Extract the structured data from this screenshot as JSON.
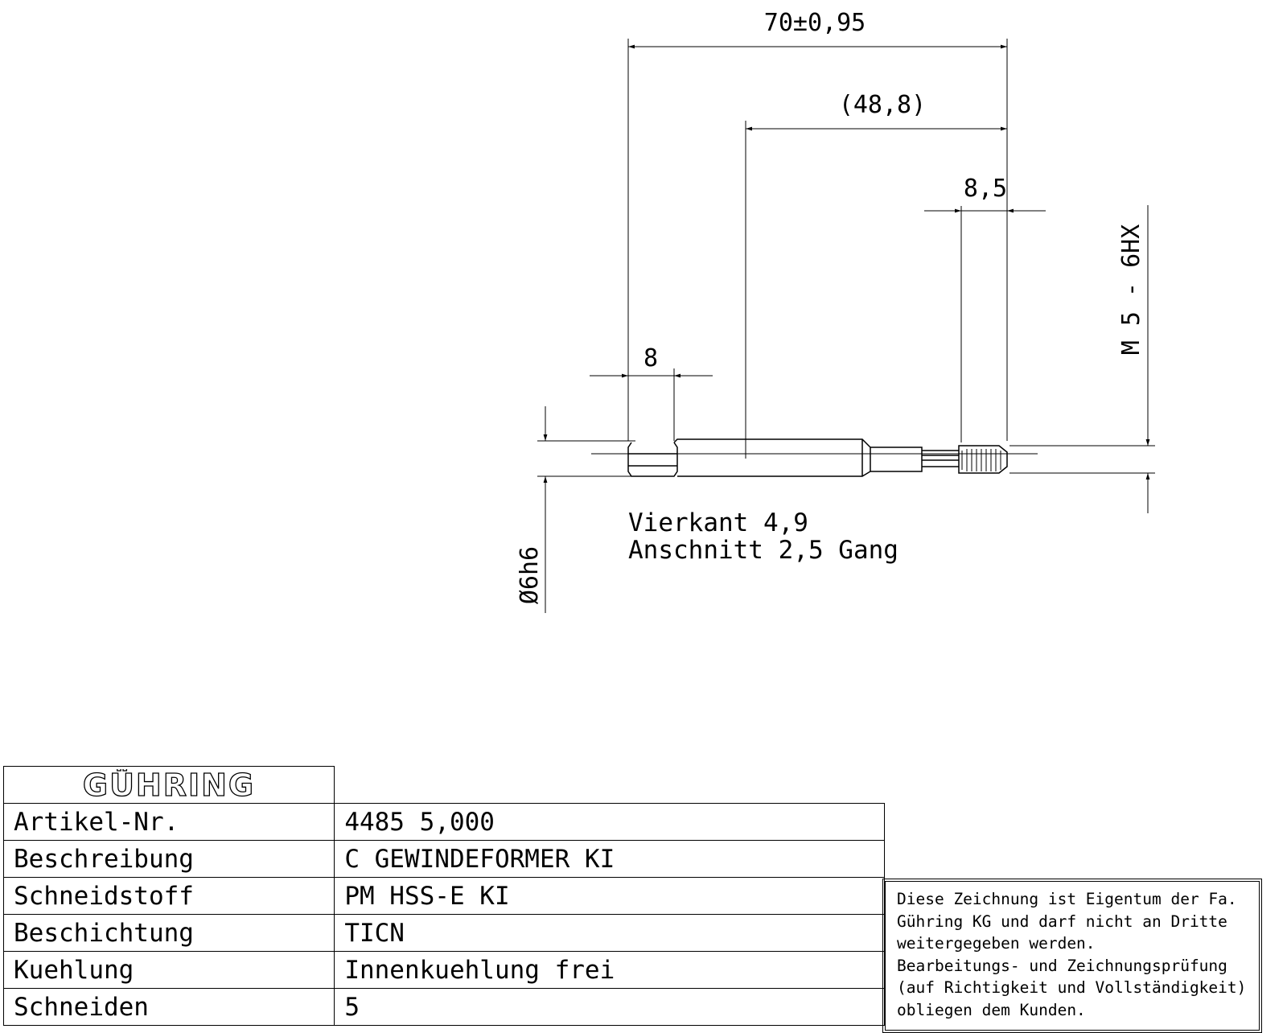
{
  "dimensions": {
    "overall_length": "70±0,95",
    "shank_length": "(48,8)",
    "thread_length": "8,5",
    "square_length": "8",
    "thread_size": "M 5 - 6HX",
    "shank_diameter": "Ø6h6"
  },
  "notes": {
    "square": "Vierkant 4,9",
    "chamfer": "Anschnitt 2,5 Gang"
  },
  "title_block": {
    "logo": "GÜHRING",
    "rows": [
      {
        "label": "Artikel-Nr.",
        "value": "4485 5,000"
      },
      {
        "label": "Beschreibung",
        "value": "C GEWINDEFORMER KI"
      },
      {
        "label": "Schneidstoff",
        "value": "PM HSS-E KI"
      },
      {
        "label": "Beschichtung",
        "value": "TICN"
      },
      {
        "label": "Kuehlung",
        "value": "Innenkuehlung frei"
      },
      {
        "label": "Schneiden",
        "value": "5"
      }
    ],
    "notice": [
      "Diese Zeichnung ist Eigentum der Fa.",
      "Gühring KG und darf nicht an Dritte",
      "weitergegeben werden.",
      "Bearbeitungs- und Zeichnungsprüfung",
      "(auf Richtigkeit und Vollständigkeit)",
      "obliegen dem Kunden."
    ]
  }
}
